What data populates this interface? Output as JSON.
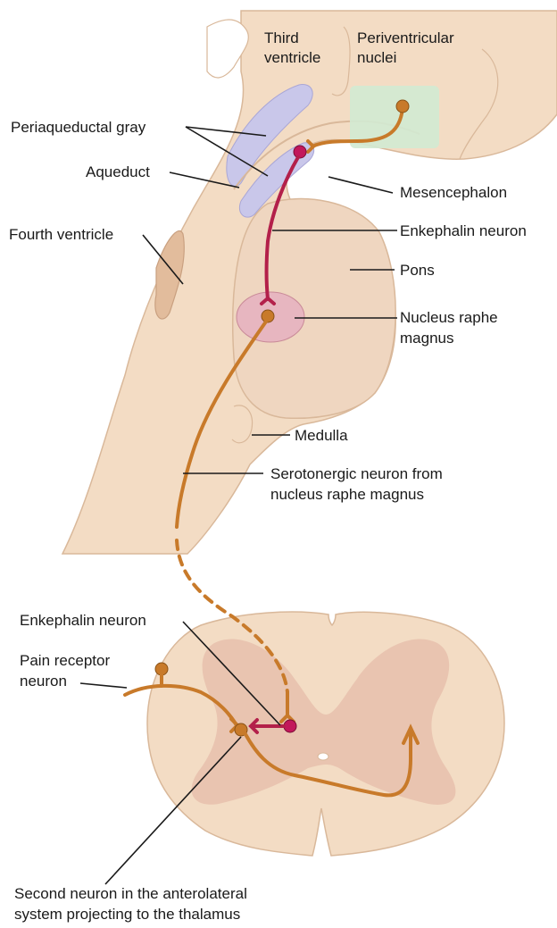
{
  "labels": {
    "third_ventricle": [
      "Third",
      "ventricle"
    ],
    "periventricular_nuclei": [
      "Periventricular",
      "nuclei"
    ],
    "periaqueductal_gray": "Periaqueductal gray",
    "aqueduct": "Aqueduct",
    "mesencephalon": "Mesencephalon",
    "fourth_ventricle": "Fourth ventricle",
    "enkephalin_neuron_upper": "Enkephalin neuron",
    "pons": "Pons",
    "nucleus_raphe_magnus": [
      "Nucleus raphe",
      "magnus"
    ],
    "medulla": "Medulla",
    "serotonergic_neuron": [
      "Serotonergic neuron from",
      "nucleus raphe magnus"
    ],
    "enkephalin_neuron_lower": "Enkephalin neuron",
    "pain_receptor_neuron": [
      "Pain receptor",
      "neuron"
    ],
    "second_neuron": [
      "Second neuron in the anterolateral",
      "system projecting to the thalamus"
    ]
  },
  "colors": {
    "brain_tissue": "#f3dcc4",
    "brain_outline": "#d9b89a",
    "pons": "#efd6c0",
    "periaqueductal_gray": "#c9c7ea",
    "periventricular_nuclei": "#d2ead3",
    "nucleus_raphe_magnus": "#e7b6c0",
    "spinal_cord": "#f3dcc4",
    "gray_matter": "#e9c4b0",
    "serotonergic_neuron": "#c87a2a",
    "enkephalin_neuron": "#b3204a"
  }
}
